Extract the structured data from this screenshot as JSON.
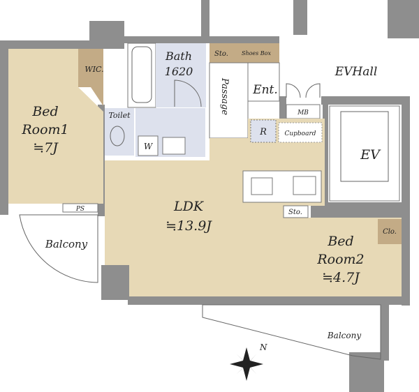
{
  "rooms": {
    "bed1": {
      "name_line1": "Bed",
      "name_line2": "Room1",
      "size": "≒7J"
    },
    "wic": "WIC.",
    "bath": {
      "name": "Bath",
      "size": "1620"
    },
    "toilet": "Toilet",
    "washer": "W",
    "sto_top": "Sto.",
    "shoes_box": "Shoes Box",
    "passage": "Passage",
    "entrance": "Ent.",
    "ev_hall": "EVHall",
    "mb": "MB",
    "fridge": "R",
    "cupboard": "Cupboard",
    "ev": "EV",
    "ldk": {
      "name": "LDK",
      "size": "≒13.9J"
    },
    "sto_mid": "Sto.",
    "bed2": {
      "name_line1": "Bed",
      "name_line2": "Room2",
      "size": "≒4.7J"
    },
    "closet": "Clo.",
    "ps": "PS",
    "balcony_left": "Balcony",
    "balcony_bottom": "Balcony"
  },
  "compass": {
    "north_label": "N"
  },
  "colors": {
    "room": "#e7d9b6",
    "storage": "#c3ab86",
    "wet": "#dde1ed",
    "wall": "#8e8e8e"
  }
}
